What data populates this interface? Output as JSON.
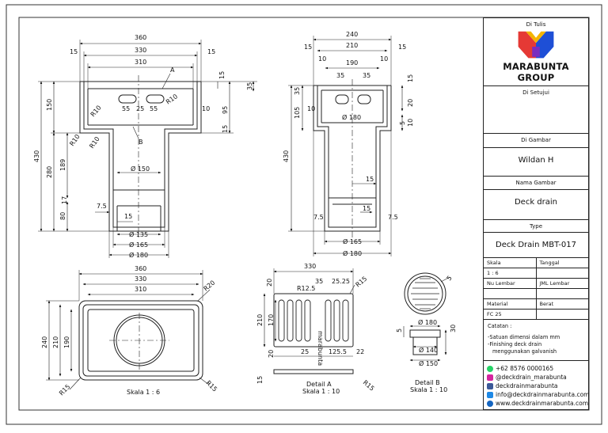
{
  "title_block": {
    "di_tulis": "Di Tulis",
    "company": "MARABUNTA GROUP",
    "di_setujui": "Di Setujui",
    "di_gambar": "Di Gambar",
    "drawer": "Wildan H",
    "nama_gambar_label": "Nama Gambar",
    "nama_gambar": "Deck drain",
    "type_label": "Type",
    "type_value": "Deck Drain MBT-017",
    "skala_label": "Skala",
    "tanggal_label": "Tanggal",
    "skala_value": "1 : 6",
    "nu_lembar": "Nu Lembar",
    "jml_lembar": "JML Lembar",
    "material_label": "Material",
    "berat_label": "Berat",
    "material_value": "FC 25",
    "catatan_title": "Catatan :",
    "note1": "-Satuan dimensi dalam mm",
    "note2": "-Finishing deck drain",
    "note2b": "menggunakan galvanish",
    "phone": "+62 8576 0000165",
    "instagram": "@deckdrain_marabunta",
    "facebook": "deckdrainmarabunta",
    "email": "info@deckdrainmarabunta.com",
    "website": "www.deckdrainmarabunta.com",
    "logo_colors": [
      "#e53935",
      "#1e4fd6",
      "#f4b400",
      "#7b2cbf"
    ],
    "contact_colors": {
      "whatsapp": "#25d366",
      "instagram": "#d6249f",
      "facebook": "#3b5998",
      "email": "#1e88e5",
      "web": "#1565c0"
    }
  },
  "front_view": {
    "dims": [
      "360",
      "330",
      "310",
      "15",
      "15",
      "A",
      "15",
      "35",
      "R10",
      "R10",
      "55",
      "25",
      "55",
      "10",
      "95",
      "15",
      "150",
      "R10",
      "R10",
      "B",
      "430",
      "280",
      "189",
      "Ø 150",
      "80",
      "17",
      "7.5",
      "15",
      "Ø 135",
      "Ø 165",
      "Ø 180"
    ]
  },
  "side_view": {
    "dims": [
      "240",
      "210",
      "190",
      "15",
      "15",
      "10",
      "10",
      "35",
      "35",
      "15",
      "35",
      "20",
      "105",
      "10",
      "Ø 180",
      "5",
      "10",
      "430",
      "15",
      "15",
      "7.5",
      "7.5",
      "Ø 165",
      "Ø 180"
    ]
  },
  "plan_view": {
    "dims": [
      "360",
      "330",
      "310",
      "R20",
      "240",
      "210",
      "190",
      "R15",
      "R15"
    ],
    "scale": "Skala 1 : 6"
  },
  "detail_a": {
    "dims": [
      "330",
      "35",
      "25.25",
      "R12.5",
      "R15",
      "20",
      "170",
      "210",
      "20",
      "25",
      "125.5",
      "22",
      "15",
      "R15"
    ],
    "stamp": "marabunta",
    "title": "Detail A",
    "scale": "Skala 1 : 10"
  },
  "detail_b": {
    "dims": [
      "5",
      "Ø 180",
      "5",
      "30",
      "Ø 140",
      "Ø 150"
    ],
    "title": "Detail B",
    "scale": "Skala 1 : 10"
  }
}
